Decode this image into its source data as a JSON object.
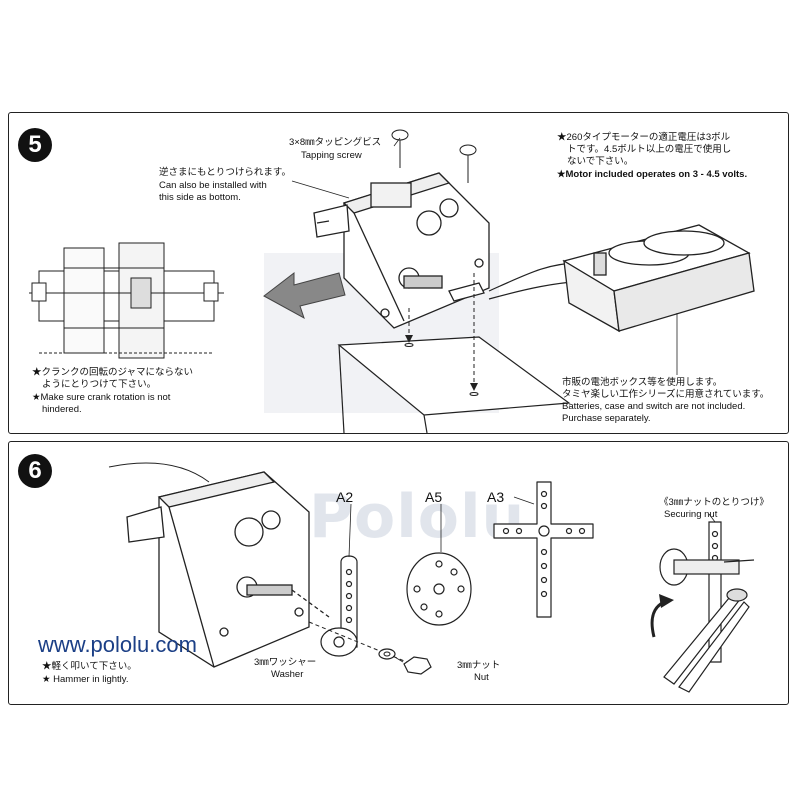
{
  "panel5": {
    "step": "5",
    "screw_jp": "3×8㎜タッピングビス",
    "screw_en": "Tapping screw",
    "alt_jp": "逆さまにもとりつけられます。",
    "alt_en_1": "Can also be installed with",
    "alt_en_2": "this side as bottom.",
    "voltage_jp_1": "★260タイプモーターの適正電圧は3ボル",
    "voltage_jp_2": "トです。4.5ボルト以上の電圧で使用し",
    "voltage_jp_3": "ないで下さい。",
    "voltage_en": "★Motor included operates on 3 - 4.5 volts.",
    "crank_jp_1": "★クランクの回転のジャマにならない",
    "crank_jp_2": "ようにとりつけて下さい。",
    "crank_en_1": "★Make sure crank rotation is not",
    "crank_en_2": "hindered.",
    "battery_jp_1": "市販の電池ボックス等を使用します。",
    "battery_jp_2": "タミヤ楽しい工作シリーズに用意されています。",
    "battery_en_1": "Batteries, case and switch are not included.",
    "battery_en_2": "Purchase separately."
  },
  "panel6": {
    "step": "6",
    "part_a2": "A2",
    "part_a5": "A5",
    "part_a3": "A3",
    "nut_jp": "《3㎜ナットのとりつけ》",
    "nut_en": "Securing nut",
    "washer_jp": "3㎜ワッシャー",
    "washer_en": "Washer",
    "nut2_jp": "3㎜ナット",
    "nut2_en": "Nut",
    "hammer_jp": "★軽く叩いて下さい。",
    "hammer_en": "★ Hammer in lightly."
  },
  "watermark": {
    "url": "www.pololu.com",
    "brand": "Pololu"
  },
  "colors": {
    "ink": "#111111",
    "url": "#1b3f86",
    "watermark": "#aab4c8"
  }
}
